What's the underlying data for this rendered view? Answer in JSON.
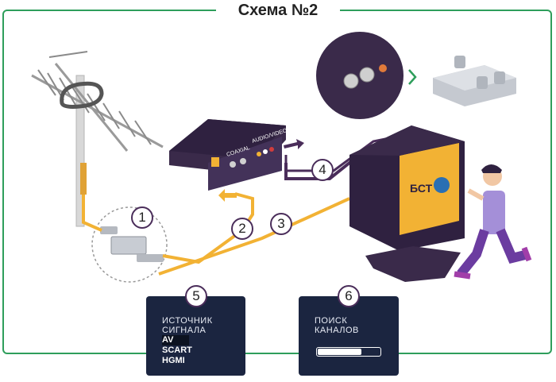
{
  "title": "Схема №2",
  "steps": [
    "1",
    "2",
    "3",
    "4",
    "5",
    "6"
  ],
  "tv_logo": "БСТ",
  "receiver": {
    "coaxial_label": "COAXIAL",
    "audio_video_label": "AUDIO/VIDEO"
  },
  "panel_source": {
    "title_line1": "ИСТОЧНИК",
    "title_line2": "СИГНАЛА",
    "options": [
      "AV",
      "SCART",
      "HGMI"
    ],
    "selected_index": 0
  },
  "panel_search": {
    "title_line1": "ПОИСК",
    "title_line2": "КАНАЛОВ",
    "progress_fraction": 0.7
  },
  "colors": {
    "frame": "#2e9e5b",
    "cable_yellow": "#f2b234",
    "cable_purple": "#4a2d5a",
    "device": "#3a2a4a",
    "tv_screen": "#f2b234",
    "panel": "#1b2540"
  }
}
